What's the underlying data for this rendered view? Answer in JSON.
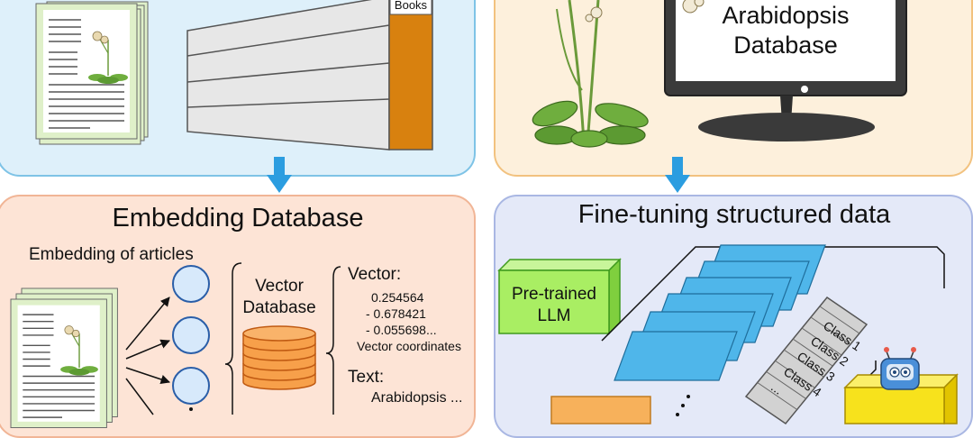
{
  "panels": {
    "articles": {
      "bg": "#def0fa",
      "border": "#7ec3e6"
    },
    "structured": {
      "bg": "#fdf0dc",
      "border": "#f2c27f"
    },
    "embedding": {
      "bg": "#fde4d6",
      "border": "#f1b596"
    },
    "finetune": {
      "bg": "#e4e9f8",
      "border": "#a9b7e3"
    }
  },
  "books": {
    "label": "Books"
  },
  "monitor": {
    "title_line1": "Arabidopsis",
    "title_line2": "Database"
  },
  "embedding": {
    "title": "Embedding Database",
    "subtitle": "Embedding of articles",
    "vector_db_line1": "Vector",
    "vector_db_line2": "Database",
    "vector_header": "Vector:",
    "vector_values": [
      "0.254564",
      "- 0.678421",
      "- 0.055698..."
    ],
    "vector_coordinates": "Vector coordinates",
    "text_header": "Text:",
    "text_value": "Arabidopsis ..."
  },
  "finetune": {
    "title": "Fine-tuning structured data",
    "llm_line1": "Pre-trained",
    "llm_line2": "LLM",
    "classes": [
      "Class 1",
      "Class 2",
      "Class 3",
      "Class 4",
      "..."
    ]
  },
  "colors": {
    "arrow": "#2b9de0",
    "llm_box": "#a9ee63",
    "llm_border": "#3f9a1e",
    "robot_box": "#f7e21c",
    "layer": "#4fb6ea",
    "db": "#f7a04a",
    "orange_block": "#f7b15b",
    "book_spine": "#d8810f",
    "node": "#d7e9fb",
    "leaf": "#6fae3e"
  }
}
